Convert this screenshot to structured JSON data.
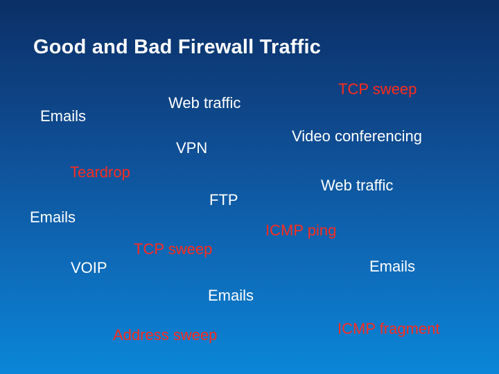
{
  "slide": {
    "title": "Good and Bad Firewall Traffic",
    "colors": {
      "good": "#ffffff",
      "bad": "#ff2b1c"
    },
    "items": [
      {
        "text": "Emails",
        "kind": "good"
      },
      {
        "text": "Web traffic",
        "kind": "good"
      },
      {
        "text": "TCP sweep",
        "kind": "bad"
      },
      {
        "text": "VPN",
        "kind": "good"
      },
      {
        "text": "Video conferencing",
        "kind": "good"
      },
      {
        "text": "Teardrop",
        "kind": "bad"
      },
      {
        "text": "FTP",
        "kind": "good"
      },
      {
        "text": "Web traffic",
        "kind": "good"
      },
      {
        "text": "Emails",
        "kind": "good"
      },
      {
        "text": "ICMP ping",
        "kind": "bad"
      },
      {
        "text": "TCP sweep",
        "kind": "bad"
      },
      {
        "text": "VOIP",
        "kind": "good"
      },
      {
        "text": "Emails",
        "kind": "good"
      },
      {
        "text": "Emails",
        "kind": "good"
      },
      {
        "text": "Address sweep",
        "kind": "bad"
      },
      {
        "text": "ICMP fragment",
        "kind": "bad"
      }
    ]
  }
}
